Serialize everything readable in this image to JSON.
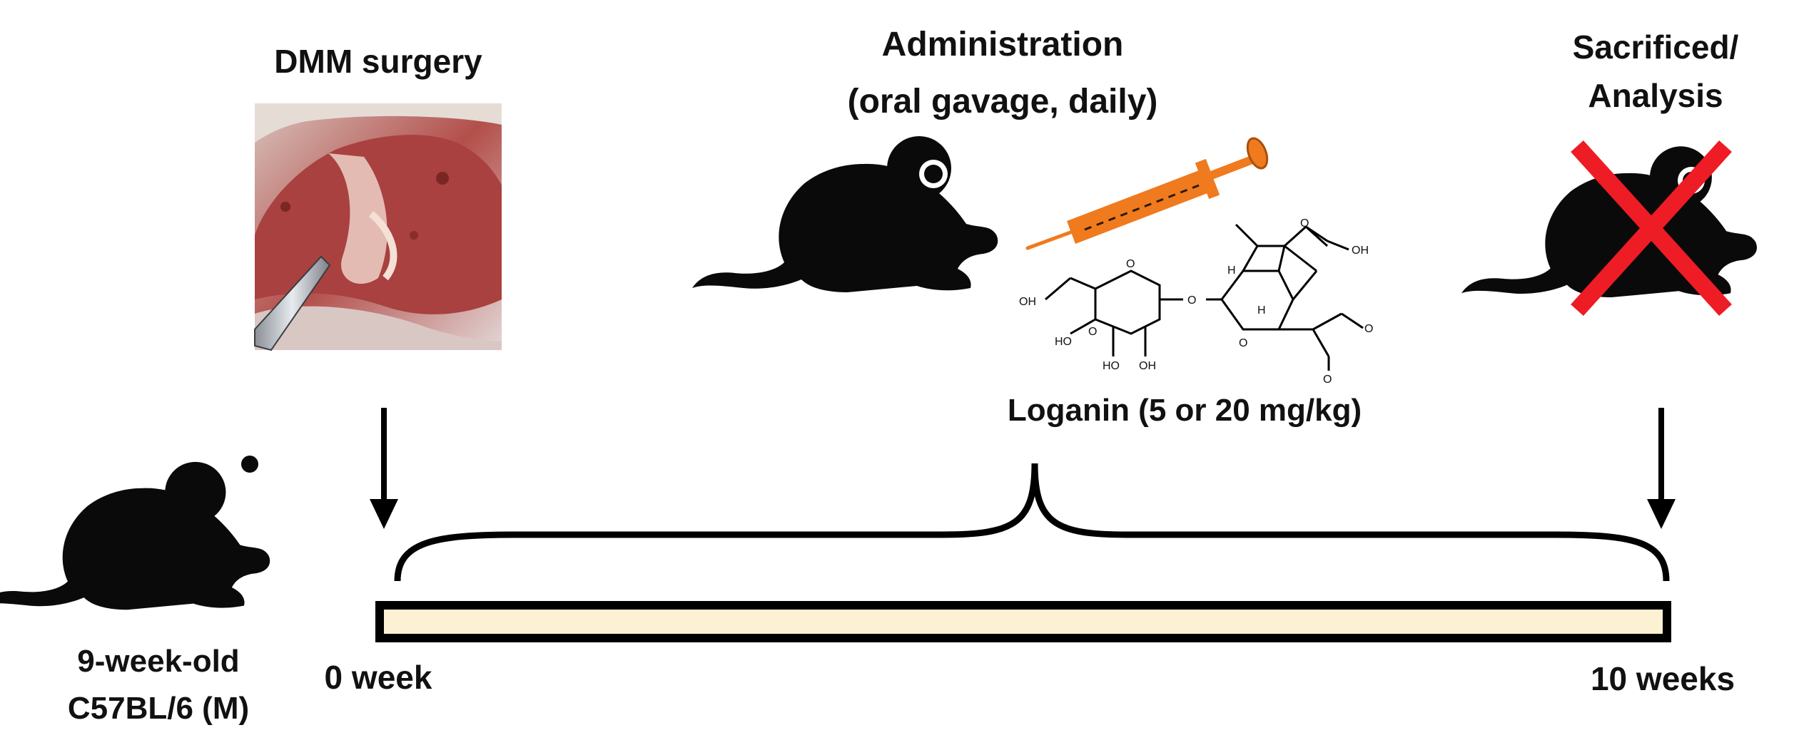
{
  "steps": {
    "surgery": {
      "title": "DMM surgery"
    },
    "administration": {
      "title_line1": "Administration",
      "title_line2": "(oral gavage, daily)",
      "compound_label": "Loganin (5 or 20 mg/kg)"
    },
    "endpoint": {
      "title_line1": "Sacrificed/",
      "title_line2": "Analysis"
    }
  },
  "subject": {
    "line1": "9-week-old",
    "line2": "C57BL/6 (M)"
  },
  "timeline": {
    "start_label": "0 week",
    "end_label": "10 weeks"
  },
  "molecule": {
    "atom_labels": [
      "OH",
      "HO",
      "HO",
      "OH",
      "OH",
      "O",
      "O",
      "O",
      "O",
      "O",
      "O",
      "O",
      "H",
      "H"
    ]
  },
  "colors": {
    "silhouette": "#0a0a0a",
    "bar_fill": "#fdf1d3",
    "bar_border": "#000000",
    "syringe": "#f07a1e",
    "cross": "#ee1c24",
    "photo_tissue": "#b4524e"
  },
  "icons": [
    "mouse-icon",
    "syringe-icon",
    "cross-icon",
    "down-arrow-icon",
    "brace-icon"
  ]
}
